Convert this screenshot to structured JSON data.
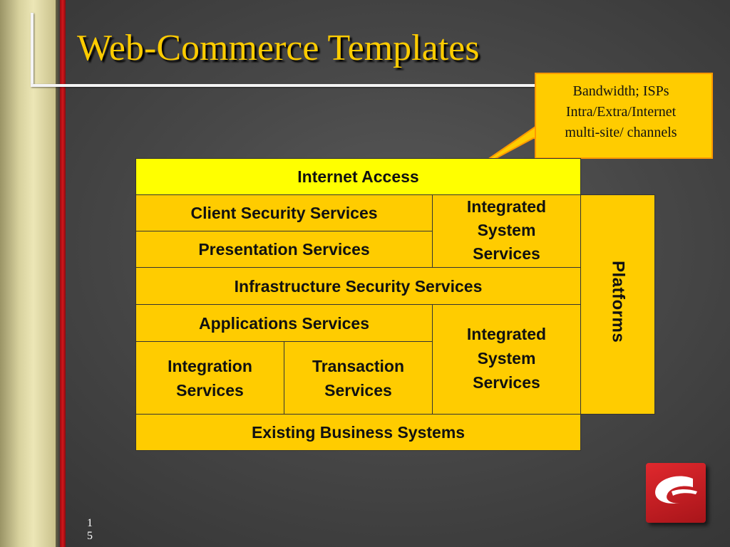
{
  "slide": {
    "title": "Web-Commerce Templates",
    "page_number": "15",
    "colors": {
      "title": "#ffcc00",
      "cell_fill": "#ffcc00",
      "internet_access_fill": "#ffff00",
      "callout_border": "#ff9900",
      "accent_red": "#d0171c"
    }
  },
  "callout": {
    "lines": [
      "Bandwidth; ISPs",
      "Intra/Extra/Internet",
      "multi-site/ channels"
    ]
  },
  "diagram": {
    "internet_access": "Internet Access",
    "client_security": "Client Security Services",
    "presentation": "Presentation Services",
    "integrated_top": "Integrated\nSystem\nServices",
    "infrastructure_security": "Infrastructure Security Services",
    "applications": "Applications Services",
    "integration": "Integration\nServices",
    "transaction": "Transaction\nServices",
    "integrated_bottom": "Integrated\nSystem\nServices",
    "existing_business": "Existing Business Systems",
    "platforms": "Platforms"
  },
  "logo": {
    "icon": "company-logo-icon"
  }
}
